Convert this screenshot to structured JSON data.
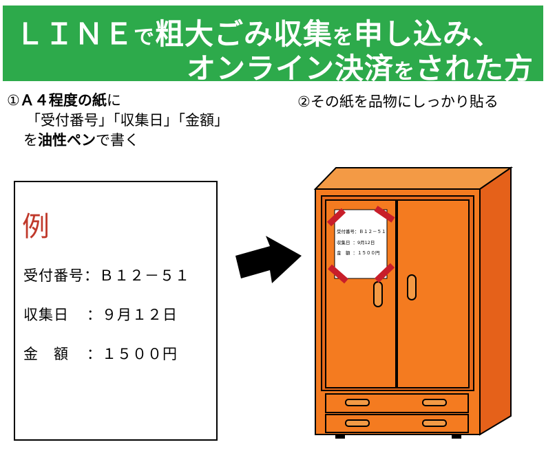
{
  "banner": {
    "line1_big": "ＬＩＮＥ",
    "line1_small1": "で",
    "line1_big2": "粗大ごみ収集",
    "line1_small2": "を",
    "line1_big3": "申し込み、",
    "line2_big": "オンライン決済",
    "line2_small": "を",
    "line2_big2": "された方"
  },
  "step1": {
    "num": "①",
    "bold1": "Ａ４程度の紙",
    "text1": "に",
    "line2": "「受付番号」「収集日」「金額」",
    "text3a": "を",
    "bold3": "油性ペン",
    "text3b": "で書く"
  },
  "step2": {
    "text": "②その紙を品物にしっかり貼る"
  },
  "example": {
    "title": "例",
    "rows": [
      {
        "label": "受付番号",
        "sep": "：",
        "value": "Ｂ１２－５１"
      },
      {
        "label": "収集日",
        "sep": "：",
        "value": "９月１２日"
      },
      {
        "label": "金　額",
        "sep": "：",
        "value": "１５００円"
      }
    ]
  },
  "note": {
    "rows": [
      {
        "label": "受付番号",
        "sep": "：",
        "value": "Ｂ１２－５１"
      },
      {
        "label": "収集日",
        "sep": "：",
        "value": "9月12日"
      },
      {
        "label": "金　額",
        "sep": "：",
        "value": "１５００円"
      }
    ]
  },
  "colors": {
    "banner": "#2daa4b",
    "cabinet_front": "#f47b20",
    "cabinet_side": "#e5611a",
    "cabinet_top": "#f39a45",
    "tape": "#c81e2a",
    "red_text": "#c0392b"
  }
}
